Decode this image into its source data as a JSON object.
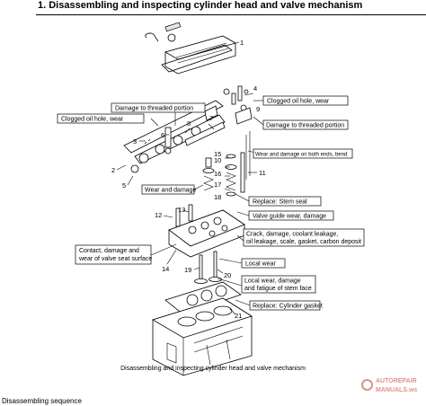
{
  "heading": "1. Disassembling and inspecting cylinder head and valve mechanism",
  "part_numbers": [
    "1",
    "2",
    "3",
    "4",
    "5",
    "6",
    "7",
    "8",
    "9",
    "10",
    "11",
    "12",
    "13",
    "14",
    "15",
    "16",
    "17",
    "18",
    "19",
    "20",
    "21"
  ],
  "callouts": {
    "damage_threaded_top": "Damage to threaded portion",
    "clogged_oil_left": "Clogged oil hole, wear",
    "clogged_oil_right": "Clogged oil hole, wear",
    "damage_threaded_right": "Damage to threaded portion",
    "wear_damage_ends": "Wear and damage on both ends, bend",
    "wear_and_damage": "Wear and damage",
    "stem_seal": "Replace: Stem seal",
    "valve_guide": "Valve guide wear, damage",
    "crack_line1": "Crack, damage, coolant leakage,",
    "crack_line2": "oil leakage, scale, gasket, carbon deposit",
    "contact_line1": "Contact, damage and",
    "contact_line2": "wear of valve seat surface",
    "local_wear": "Local wear",
    "local_wear_line1": "Local wear, damage",
    "local_wear_line2": "and fatigue of stem face",
    "cyl_gasket": "Replace: Cylinder gasket"
  },
  "caption": "Disassembling and inspecting cylinder head and valve mechanism",
  "subheading": "Disassembling sequence",
  "watermark": {
    "line1": "AUTOREPAIR",
    "line2": "MANUALS.ws",
    "color": "#c0392b"
  }
}
